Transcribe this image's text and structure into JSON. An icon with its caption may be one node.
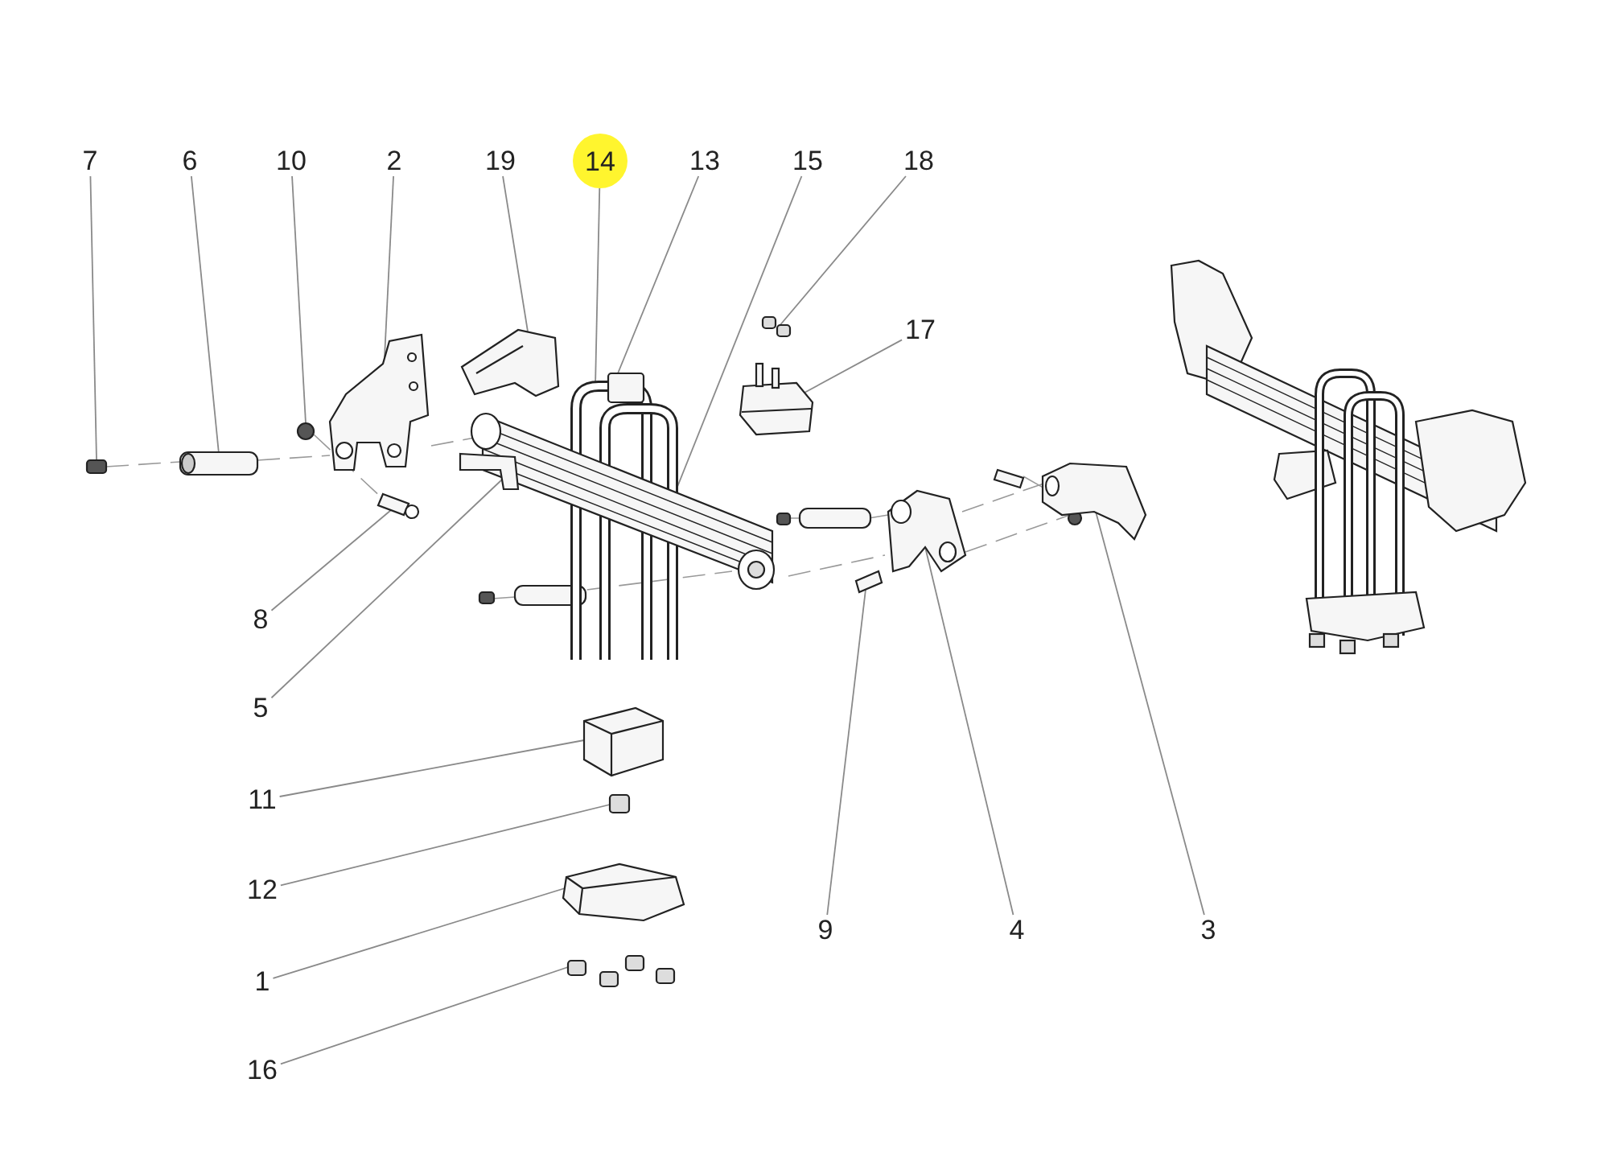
{
  "diagram": {
    "nodes": [
      {
        "text": [
          "7"
        ]
      },
      {
        "text": [
          "6"
        ]
      },
      {
        "text": [
          "10"
        ]
      },
      {
        "text": [
          "2"
        ]
      },
      {
        "text": [
          "19"
        ]
      },
      {
        "text": [
          "14"
        ]
      },
      {
        "text": [
          "13"
        ]
      },
      {
        "text": [
          "15"
        ]
      },
      {
        "text": [
          "18"
        ]
      },
      {
        "text": [
          "17"
        ]
      },
      {
        "text": [
          "8"
        ]
      },
      {
        "text": [
          "5"
        ]
      },
      {
        "text": [
          "11"
        ]
      },
      {
        "text": [
          "12"
        ]
      },
      {
        "text": [
          "1"
        ]
      },
      {
        "text": [
          "16"
        ]
      },
      {
        "text": [
          "9"
        ]
      },
      {
        "text": [
          "4"
        ]
      },
      {
        "text": [
          "3"
        ]
      },
      {
        "text": [],
        "shape": "box"
      },
      {
        "text": [],
        "shape": "picture"
      },
      {
        "text": [],
        "shape": "circle"
      },
      {
        "text": [],
        "shape": "picture"
      },
      {
        "text": [],
        "shape": "picture"
      },
      {
        "text": [],
        "shape": "picture"
      },
      {
        "text": [],
        "shape": "box"
      },
      {
        "text": [],
        "shape": "picture"
      },
      {
        "text": [],
        "shape": "picture"
      },
      {
        "text": [],
        "shape": "picture"
      },
      {
        "text": [],
        "shape": "picture"
      },
      {
        "text": [],
        "shape": "picture"
      },
      {
        "text": [],
        "shape": "picture"
      },
      {
        "text": [],
        "shape": "box"
      },
      {
        "text": [],
        "shape": "picture"
      },
      {
        "text": [],
        "shape": "picture"
      },
      {
        "text": [],
        "shape": "picture"
      },
      {
        "text": [],
        "shape": "picture"
      },
      {
        "text": [],
        "shape": "picture"
      }
    ],
    "edges": [
      {
        "from": 0,
        "to": 19,
        "arrow": "none"
      },
      {
        "from": 1,
        "to": 20,
        "arrow": "none"
      },
      {
        "from": 2,
        "to": 21,
        "arrow": "none"
      },
      {
        "from": 3,
        "to": 22,
        "arrow": "none"
      },
      {
        "from": 4,
        "to": 23,
        "arrow": "none"
      },
      {
        "from": 5,
        "to": 24,
        "arrow": "none"
      },
      {
        "from": 6,
        "to": 25,
        "arrow": "none"
      },
      {
        "from": 7,
        "to": 26,
        "arrow": "none"
      },
      {
        "from": 8,
        "to": 27,
        "arrow": "none"
      },
      {
        "from": 9,
        "to": 28,
        "arrow": "none"
      },
      {
        "from": 10,
        "to": 29,
        "arrow": "none"
      },
      {
        "from": 11,
        "to": 30,
        "arrow": "none"
      },
      {
        "from": 12,
        "to": 31,
        "arrow": "none"
      },
      {
        "from": 13,
        "to": 32,
        "arrow": "none"
      },
      {
        "from": 14,
        "to": 33,
        "arrow": "none"
      },
      {
        "from": 15,
        "to": 34,
        "arrow": "none"
      },
      {
        "from": 16,
        "to": 35,
        "arrow": "none"
      },
      {
        "from": 17,
        "to": 36,
        "arrow": "none"
      },
      {
        "from": 18,
        "to": 37,
        "arrow": "none"
      }
    ]
  }
}
